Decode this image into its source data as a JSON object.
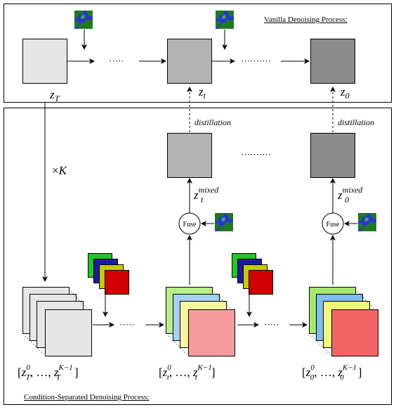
{
  "panels": {
    "top_title": "Vanilla Denoising Process:",
    "bottom_title": "Condition-Separated Denoising Process:"
  },
  "top_row": {
    "latents": [
      {
        "label_base": "z",
        "label_sub": "T",
        "fill": "#e6e6e6"
      },
      {
        "label_base": "z",
        "label_sub": "t",
        "fill": "#b3b3b3"
      },
      {
        "label_base": "z",
        "label_sub": "0",
        "fill": "#8c8c8c"
      }
    ],
    "ellipsis_1": "·····",
    "ellipsis_2": "··········"
  },
  "distillation_label": "distillation",
  "repeat_label": {
    "times": "×",
    "var": "K"
  },
  "mixed_row": {
    "latents": [
      {
        "label_base": "z",
        "label_sub": "t",
        "label_sup": "mixed",
        "fill": "#b3b3b3"
      },
      {
        "label_base": "z",
        "label_sub": "0",
        "label_sup": "mixed",
        "fill": "#8c8c8c"
      }
    ],
    "ellipsis": "··········"
  },
  "fuse_label": "Fuse",
  "stacks": [
    {
      "label": "[z_T^0, …, z_T^{K−1}]",
      "base": "z",
      "sub": "T",
      "sup0": "0",
      "supK": "K−1",
      "colors": [
        "#e6e6e6",
        "#e6e6e6",
        "#e6e6e6",
        "#e6e6e6"
      ]
    },
    {
      "label": "[z_t^0, …, z_t^{K−1}]",
      "base": "z",
      "sub": "t",
      "sup0": "0",
      "supK": "K−1",
      "colors": [
        "#b8f08a",
        "#a8d0f5",
        "#f7f7a0",
        "#f79c9c"
      ]
    },
    {
      "label": "[z_0^0, …, z_0^{K−1}]",
      "base": "z",
      "sub": "0",
      "sup0": "0",
      "supK": "K−1",
      "colors": [
        "#a8e870",
        "#7fbdf2",
        "#f5f57a",
        "#f26464"
      ]
    }
  ],
  "condition_tiles": {
    "colors": [
      "#22c822",
      "#1a1aa8",
      "#c8c800",
      "#d00000"
    ]
  },
  "colors": {
    "map_ground": "#1f7a1f",
    "map_water": "#2a33d8",
    "map_grass": "#3fb03f"
  },
  "icons": [
    "segmentation-map-icon"
  ]
}
